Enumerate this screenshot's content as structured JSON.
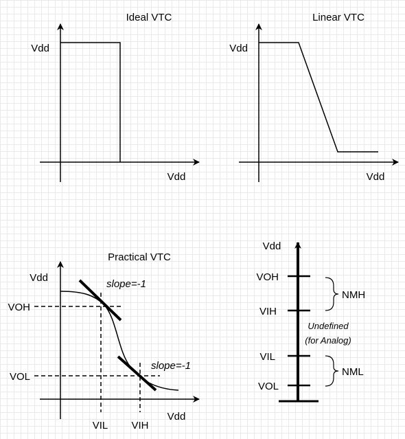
{
  "ideal": {
    "title": "Ideal VTC",
    "y_label": "Vdd",
    "x_label": "Vdd"
  },
  "linear": {
    "title": "Linear VTC",
    "y_label": "Vdd",
    "x_label": "Vdd"
  },
  "practical": {
    "title": "Practical VTC",
    "y_label": "Vdd",
    "x_label": "Vdd",
    "voh": "VOH",
    "vol": "VOL",
    "vil": "VIL",
    "vih": "VIH",
    "slope_top": "slope=-1",
    "slope_bottom": "slope=-1"
  },
  "margins": {
    "top_label": "Vdd",
    "voh": "VOH",
    "vih": "VIH",
    "vil": "VIL",
    "vol": "VOL",
    "nmh": "NMH",
    "nml": "NML",
    "undefined_1": "Undefined",
    "undefined_2": "(for Analog)"
  }
}
